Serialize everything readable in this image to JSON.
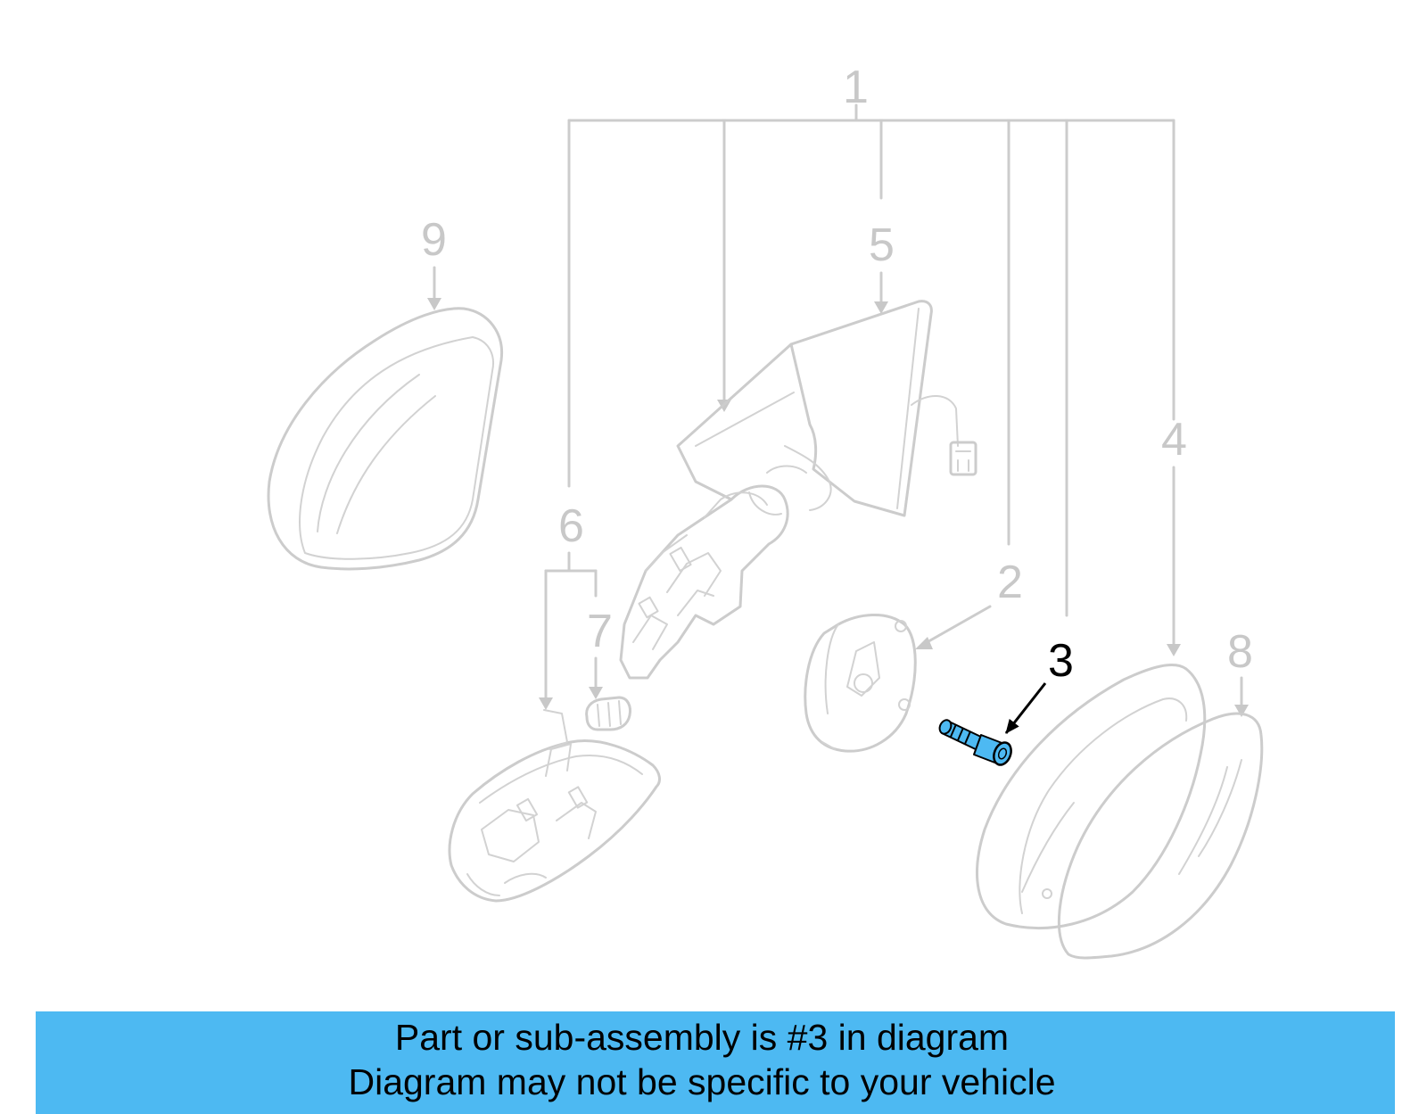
{
  "callouts": {
    "c1": "1",
    "c2": "2",
    "c3": "3",
    "c4": "4",
    "c5": "5",
    "c6": "6",
    "c7": "7",
    "c8": "8",
    "c9": "9"
  },
  "highlighted_part": "3",
  "colors": {
    "banner": "#4db9f2",
    "highlight_part": "#4db9f2",
    "ghost_lines": "#cccccc",
    "highlight_label": "#000000"
  },
  "banner": {
    "line1": "Part or sub-assembly is #3 in diagram",
    "line2": "Diagram may not be specific to your vehicle"
  }
}
